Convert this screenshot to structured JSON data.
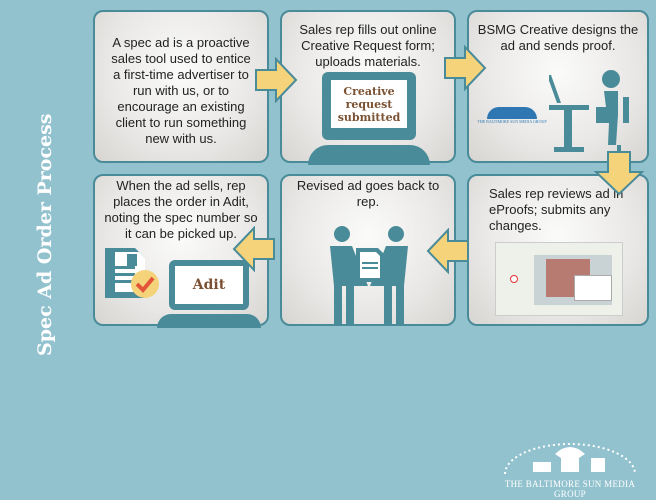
{
  "title": "Spec Ad Order Process",
  "steps": [
    {
      "text": "A spec ad is a proactive sales tool used to entice a first-time advertiser to run with us, or to encourage an existing client to run something new with us."
    },
    {
      "text": "Sales rep fills out online Creative Request form; uploads materials.",
      "screen": "Creative request submitted"
    },
    {
      "text": "BSMG Creative designs the ad and sends proof.",
      "logo": "THE BALTIMORE SUN MEDIA GROUP"
    },
    {
      "text": "Sales rep reviews ad in eProofs; submits any changes."
    },
    {
      "text": "Revised ad goes back to rep."
    },
    {
      "text": "When the ad sells, rep places the order in Adit, noting the spec number so it can be picked up.",
      "screen": "Adit"
    }
  ],
  "footer_logo": "THE BALTIMORE SUN MEDIA GROUP",
  "colors": {
    "background": "#93c2cf",
    "teal": "#4a8b99",
    "arrow": "#f5d37a"
  }
}
